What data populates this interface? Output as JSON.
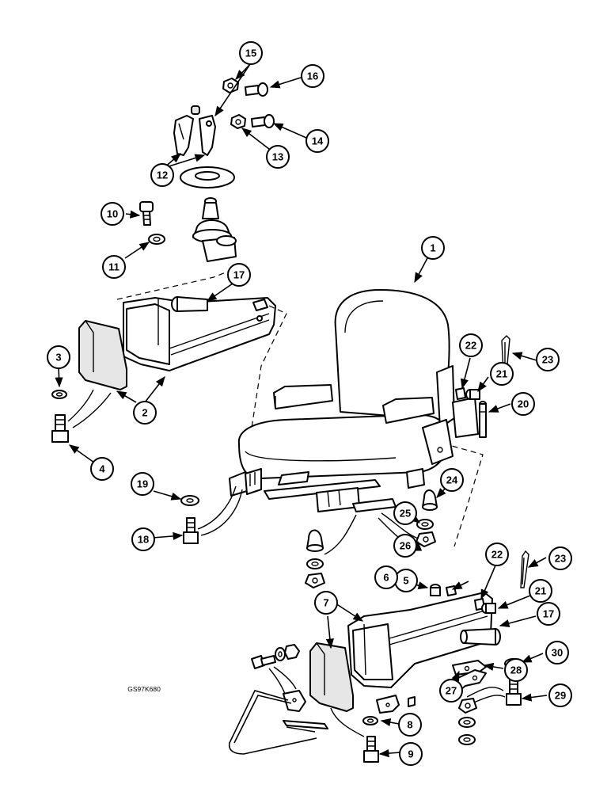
{
  "diagram": {
    "figure_code": "GS97K680",
    "callouts": [
      "1",
      "2",
      "3",
      "4",
      "5",
      "6",
      "7",
      "8",
      "9",
      "10",
      "11",
      "12",
      "13",
      "14",
      "15",
      "16",
      "17",
      "17",
      "18",
      "19",
      "20",
      "21",
      "21",
      "22",
      "22",
      "23",
      "23",
      "24",
      "25",
      "26",
      "27",
      "28",
      "29",
      "30"
    ]
  }
}
